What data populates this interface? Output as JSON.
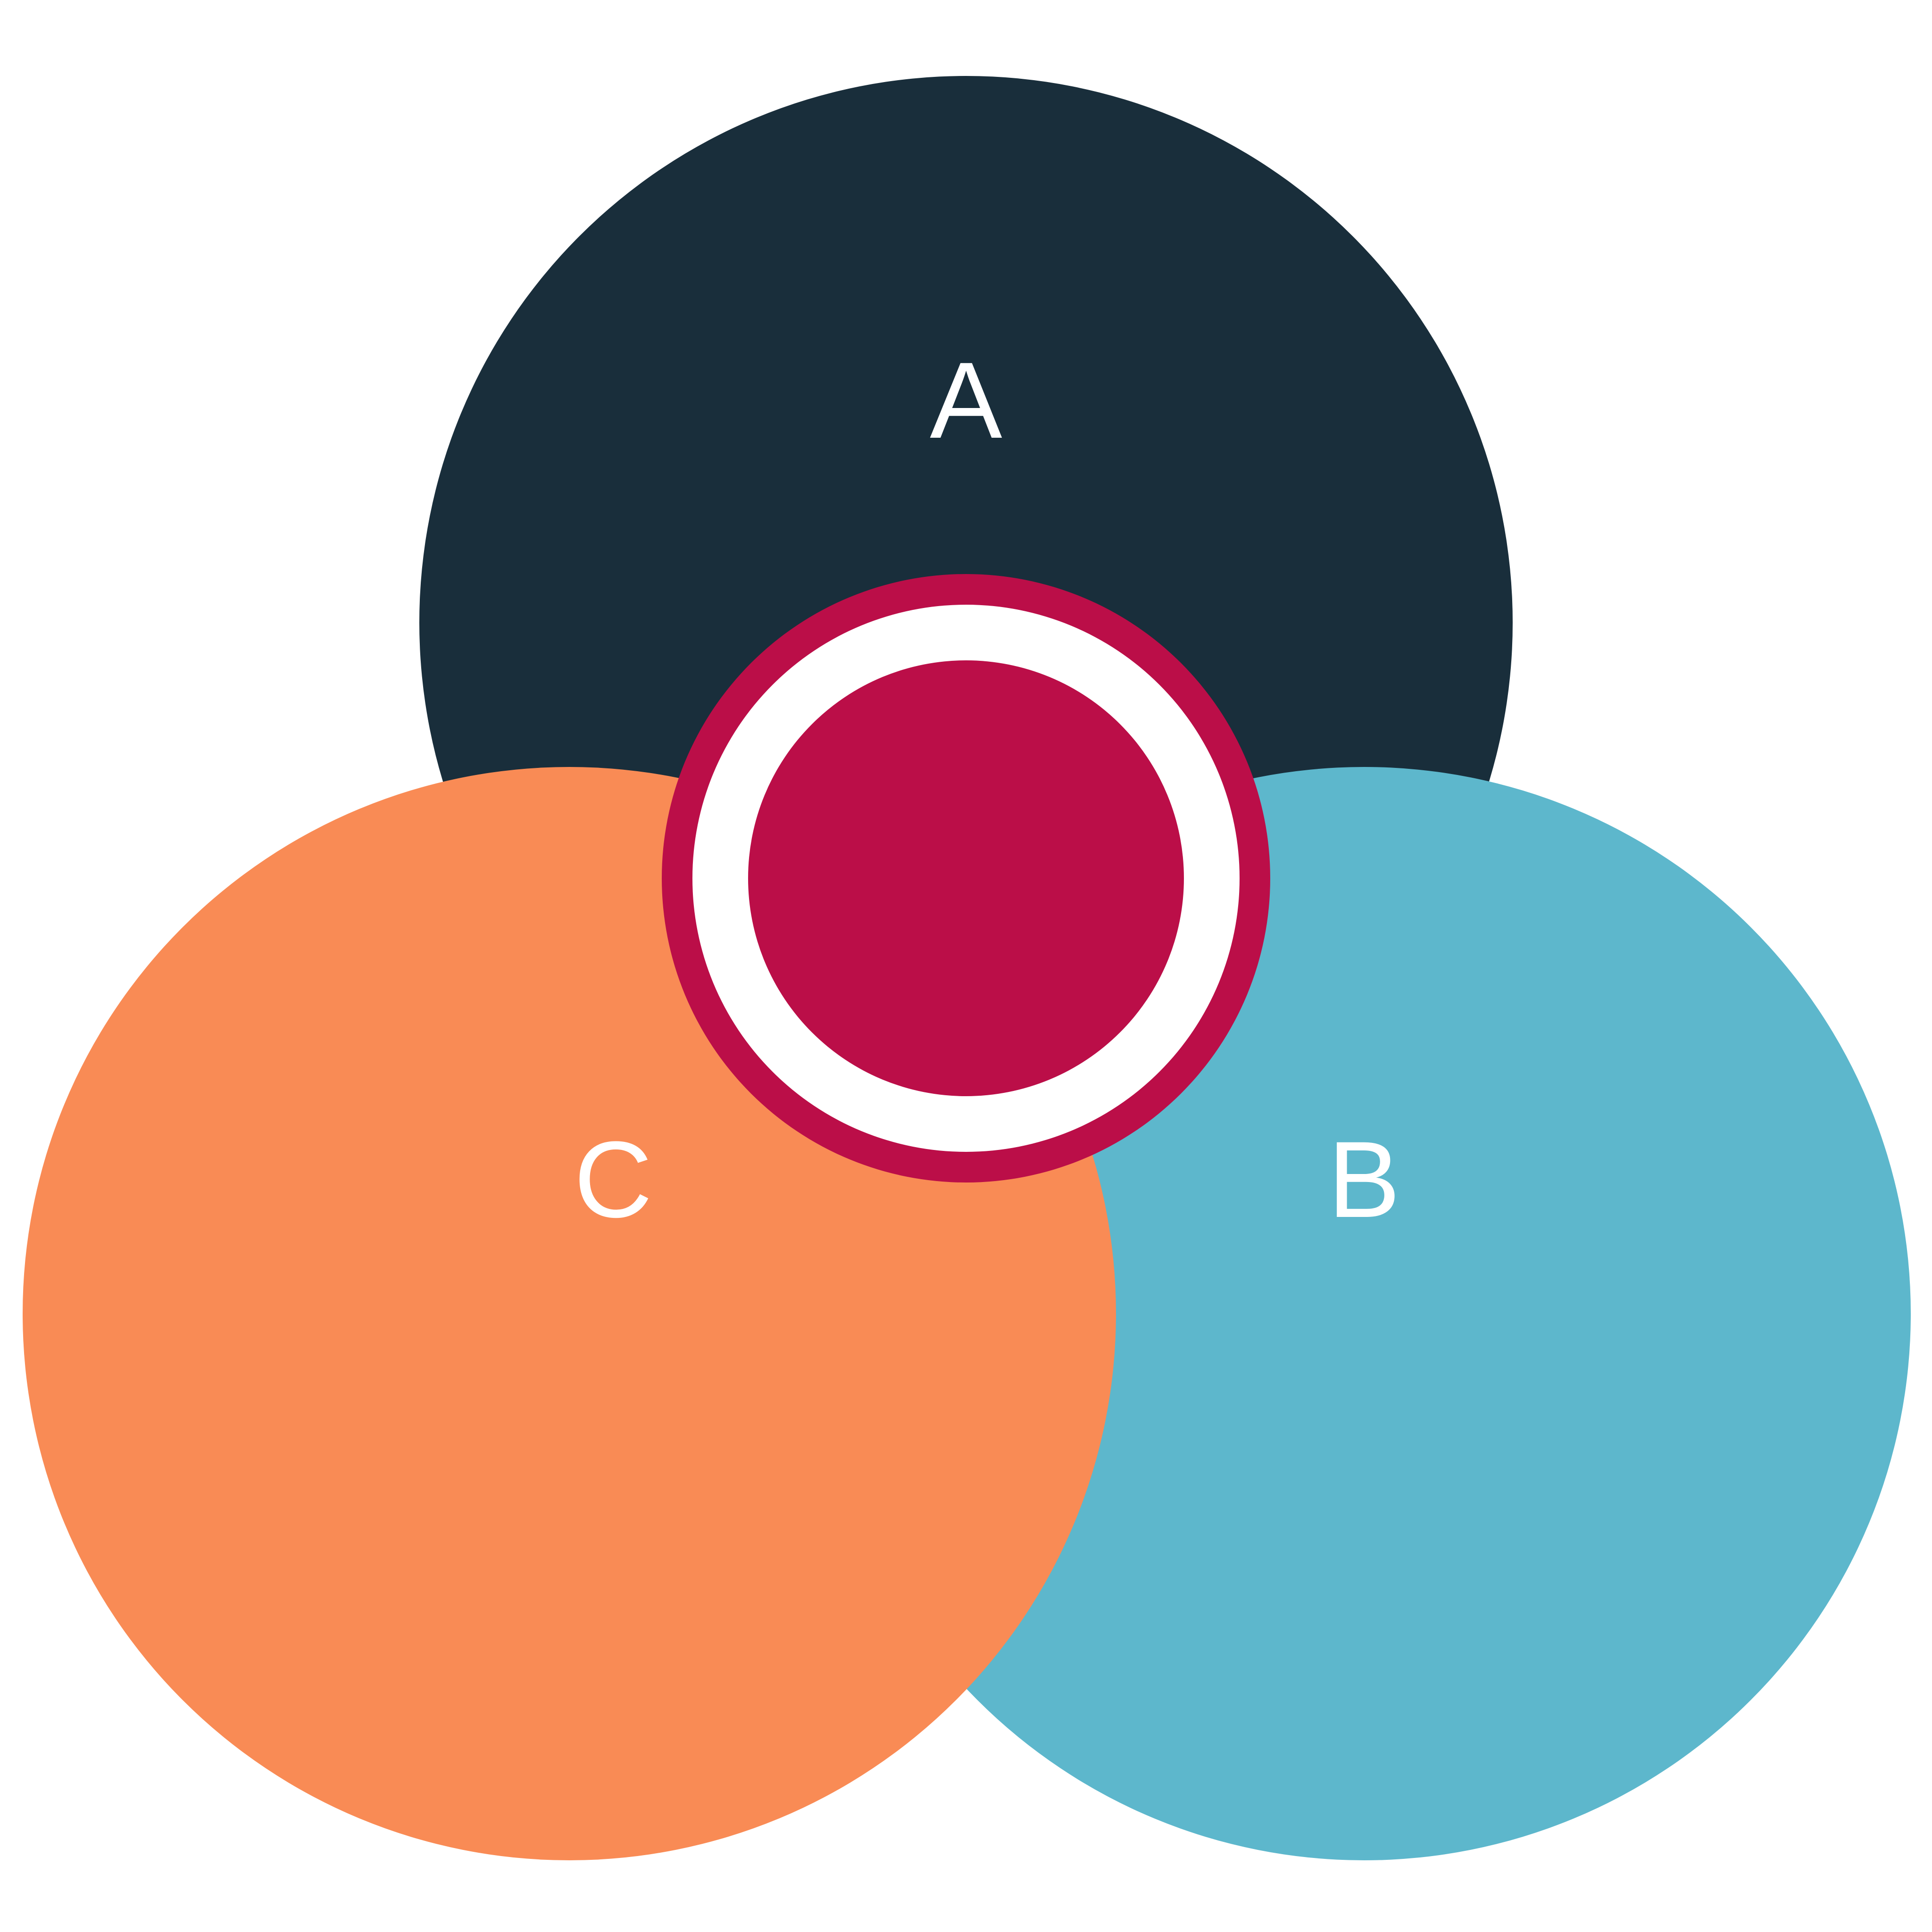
{
  "diagram": {
    "type": "venn",
    "sets": [
      {
        "id": "a",
        "label": "A",
        "color": "#192e3b"
      },
      {
        "id": "b",
        "label": "B",
        "color": "#5db7cc"
      },
      {
        "id": "c",
        "label": "C",
        "color": "#f98b55"
      }
    ],
    "center": {
      "ring_color": "#bb0e48",
      "gap_color": "#ffffff",
      "core_color": "#bb0e48"
    }
  }
}
